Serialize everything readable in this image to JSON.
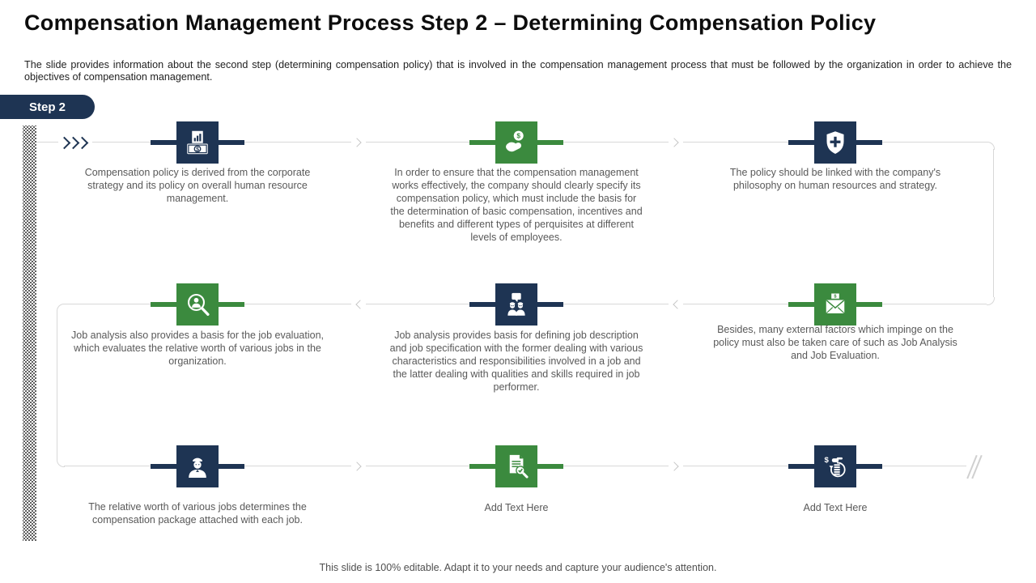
{
  "slide": {
    "title": "Compensation Management Process Step 2 – Determining Compensation Policy",
    "subtitle": "The slide provides  information  about the second step (determining  compensation  policy) that is involved  in the compensation  management  process that must be followed  by the organization  in order  to achieve the objectives  of compensation  management.",
    "step_badge": "Step 2",
    "footer": "This slide is 100% editable. Adapt it to your needs and capture your audience's attention."
  },
  "colors": {
    "navy": "#1e3453",
    "green": "#3b8a3e",
    "connector_line": "#d8d8d8",
    "arrow": "#c6c6c6",
    "body_text": "#595959",
    "title_text": "#0d0d0d"
  },
  "icons": [
    "money-report-icon",
    "hand-dollar-icon",
    "shield-plus-icon",
    "person-search-icon",
    "discussion-icon",
    "envelope-money-icon",
    "employee-icon",
    "document-search-icon",
    "coins-hand-icon"
  ],
  "nodes": [
    {
      "icon": "money-report-icon",
      "color": "navy",
      "text": "Compensation  policy is derived  from  the corporate strategy and its policy on overall  human resource management."
    },
    {
      "icon": "hand-dollar-icon",
      "color": "green",
      "text": "In order to ensure that the compensation management  works effectively,  the company should clearly specify its compensation  policy, which must include the basis for the determination  of basic compensation,  incentives and benefits  and different types of perquisites  at different  levels  of employees."
    },
    {
      "icon": "shield-plus-icon",
      "color": "navy",
      "text": "The policy should be linked with the company's philosophy  on human resources  and strategy."
    },
    {
      "icon": "person-search-icon",
      "color": "green",
      "text": "Job analysis also provides  a basis for the job evaluation,  which evaluates  the relative  worth of various  jobs in the organization."
    },
    {
      "icon": "discussion-icon",
      "color": "navy",
      "text": "Job analysis provides  basis for defining  job description  and job specification  with the former dealing with various  characteristics  and responsibilities  involved  in a job and the latter dealing with qualities  and skills required  in job performer."
    },
    {
      "icon": "envelope-money-icon",
      "color": "green",
      "text": "Besides, many external factors which impinge  on the policy must also be taken care  of such as Job Analysis and Job Evaluation."
    },
    {
      "icon": "employee-icon",
      "color": "navy",
      "text": "The relative  worth of various  jobs determines  the compensation  package attached  with each job."
    },
    {
      "icon": "document-search-icon",
      "color": "green",
      "text": "Add Text  Here"
    },
    {
      "icon": "coins-hand-icon",
      "color": "navy",
      "text": "Add Text  Here"
    }
  ]
}
